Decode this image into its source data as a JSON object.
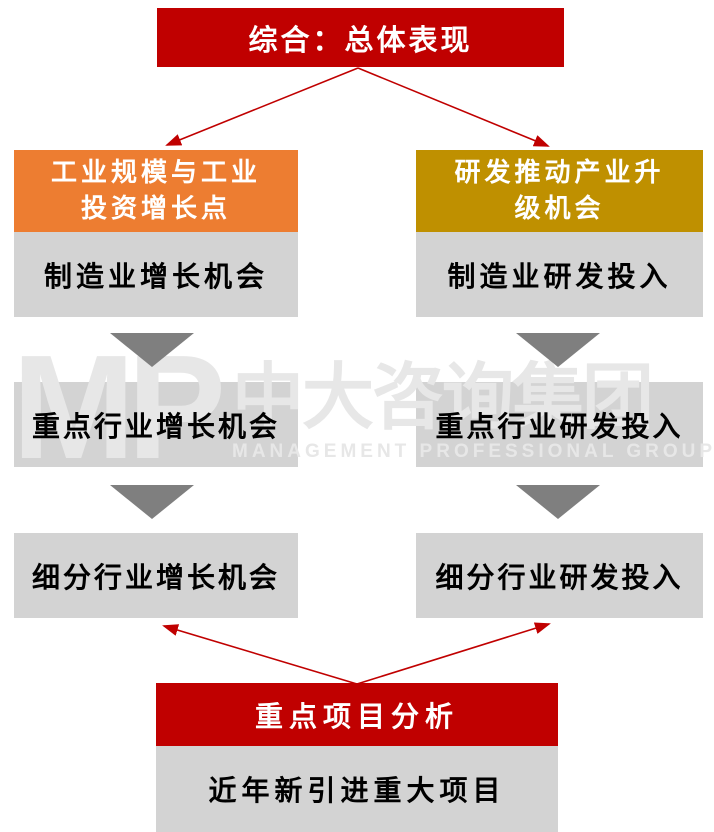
{
  "colors": {
    "red": "#C00000",
    "orange": "#ED7D31",
    "gold": "#BF9000",
    "gray-box": "#D3D3D3",
    "chevron": "#7F7F7F",
    "watermark": "#E7E7E7",
    "text-dark": "#000000",
    "text-light": "#FFFFFF"
  },
  "top_box": {
    "label": "综合：总体表现"
  },
  "left_column": {
    "header_line1": "工业规模与工业",
    "header_line2": "投资增长点",
    "box1": "制造业增长机会",
    "box2": "重点行业增长机会",
    "box3": "细分行业增长机会"
  },
  "right_column": {
    "header_line1": "研发推动产业升",
    "header_line2": "级机会",
    "box1": "制造业研发投入",
    "box2": "重点行业研发投入",
    "box3": "细分行业研发投入"
  },
  "bottom": {
    "header": "重点项目分析",
    "box": "近年新引进重大项目"
  },
  "watermark": {
    "logo": "MP",
    "cn": "中大咨询集团",
    "en": "MANAGEMENT PROFESSIONAL GROUP"
  }
}
